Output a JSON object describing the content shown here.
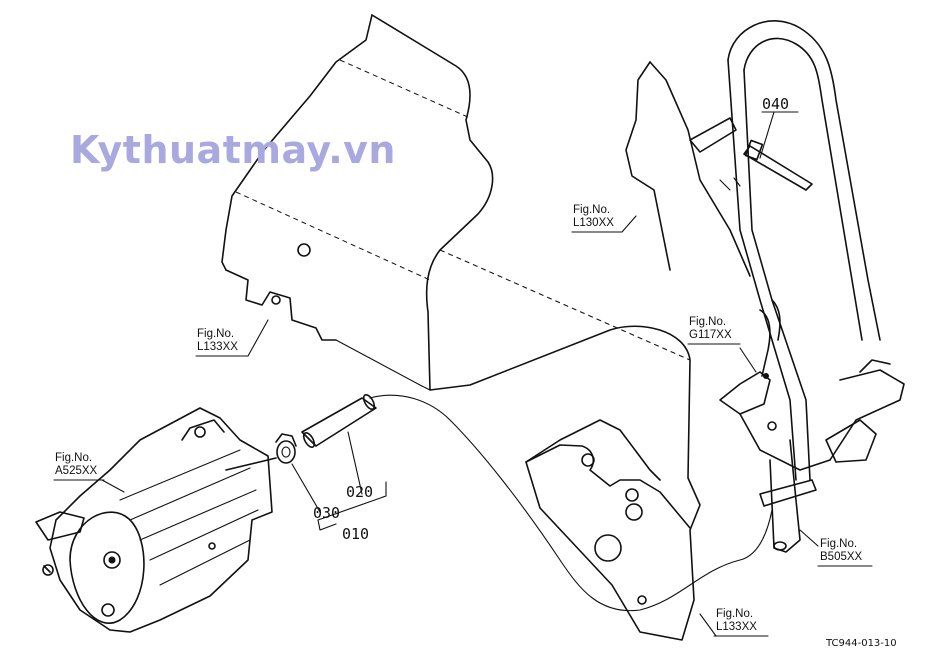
{
  "watermark": "Kythuatmay.vn",
  "figure_refs": {
    "l130": {
      "line1": "Fig.No.",
      "line2": "L130XX"
    },
    "l133_left": {
      "line1": "Fig.No.",
      "line2": "L133XX"
    },
    "g117": {
      "line1": "Fig.No.",
      "line2": "G117XX"
    },
    "a525": {
      "line1": "Fig.No.",
      "line2": "A525XX"
    },
    "b505": {
      "line1": "Fig.No.",
      "line2": "B505XX"
    },
    "l133_bottom": {
      "line1": "Fig.No.",
      "line2": "L133XX"
    }
  },
  "part_numbers": {
    "p040": "040",
    "p020": "020",
    "p030": "030",
    "p010": "010"
  },
  "drawing_code": "TC944-013-10"
}
